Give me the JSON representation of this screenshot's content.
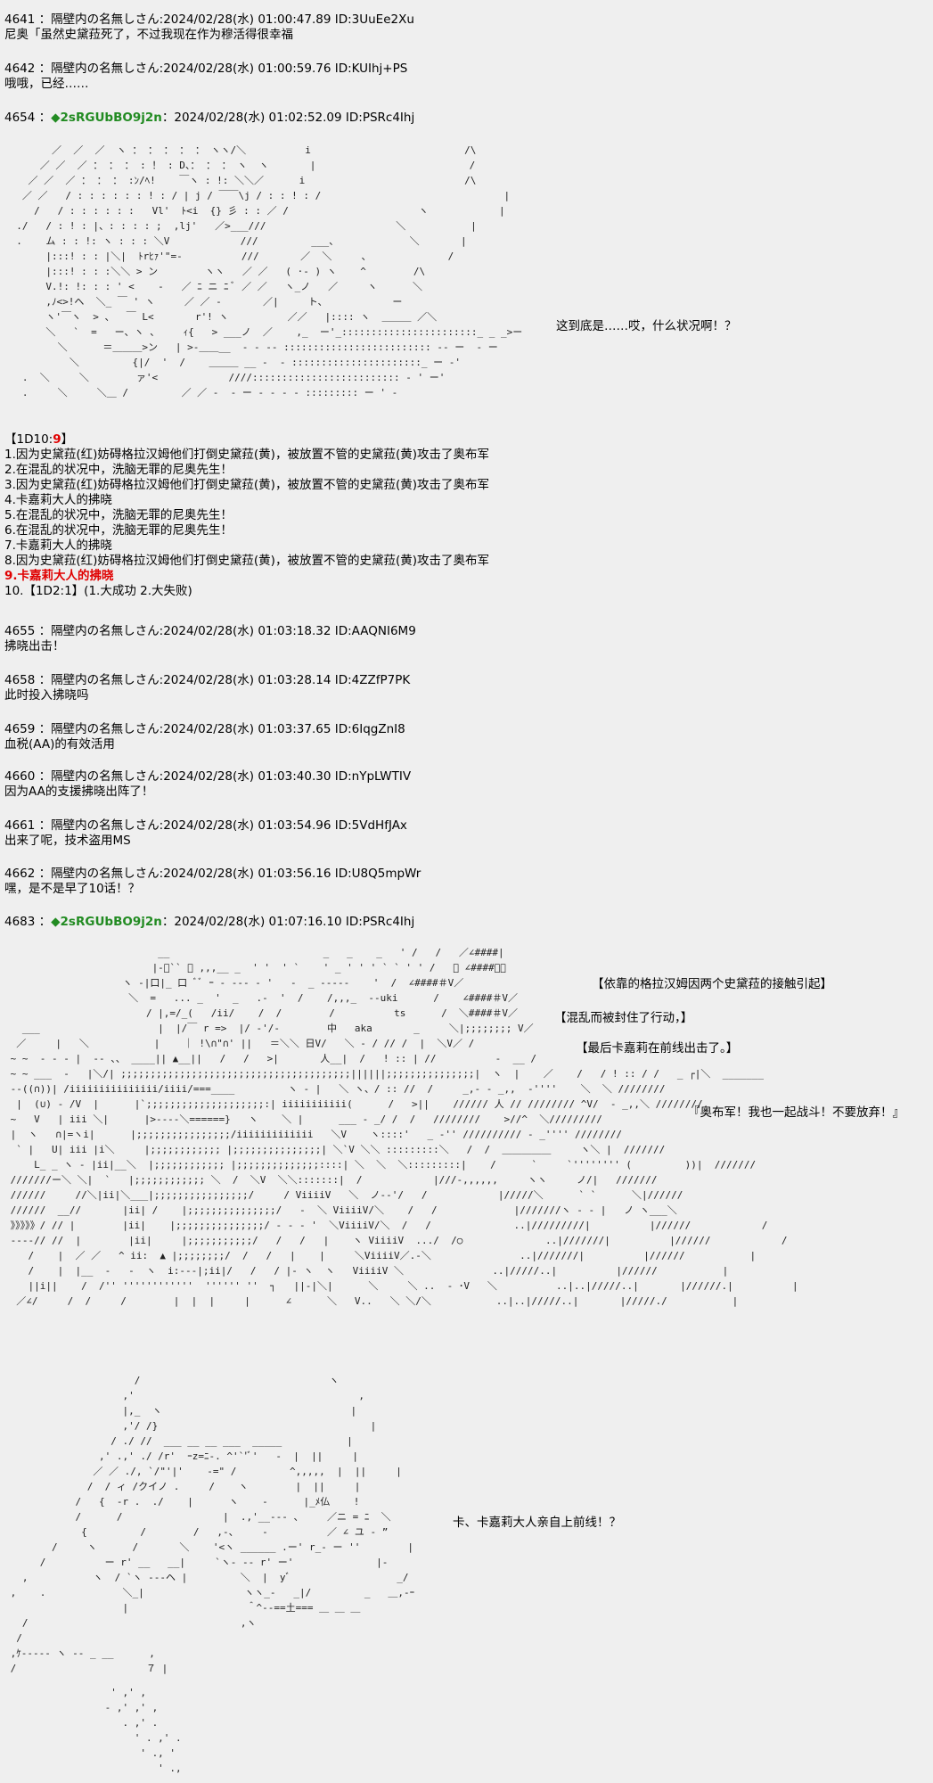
{
  "posts": [
    {
      "header": "4641 ：隔壁内の名無しさん:2024/02/28(水) 01:00:47.89 ID:3UuEe2Xu",
      "lines": [
        "尼奥「虽然史黛菈死了，不过我现在作为穆活得很幸福"
      ]
    },
    {
      "header": "4642 ：隔壁内の名無しさん:2024/02/28(水) 01:00:59.76 ID:KUIhj+PS",
      "lines": [
        "哦哦，已经……"
      ]
    },
    {
      "num": "4654 ：",
      "name": "◆2sRGUbBO9j2n",
      "rest": "：2024/02/28(水) 01:02:52.09 ID:PSRc4Ihj"
    },
    {
      "header": "4655 ：隔壁内の名無しさん:2024/02/28(水) 01:03:18.32 ID:AAQNI6M9",
      "lines": [
        "拂晓出击！"
      ]
    },
    {
      "header": "4658 ：隔壁内の名無しさん:2024/02/28(水) 01:03:28.14 ID:4ZZfP7PK",
      "lines": [
        "此时投入拂晓吗"
      ]
    },
    {
      "header": "4659 ：隔壁内の名無しさん:2024/02/28(水) 01:03:37.65 ID:6IqgZnI8",
      "lines": [
        "血税(AA)的有效活用"
      ]
    },
    {
      "header": "4660 ：隔壁内の名無しさん:2024/02/28(水) 01:03:40.30 ID:nYpLWTIV",
      "lines": [
        "因为AA的支援拂晓出阵了！"
      ]
    },
    {
      "header": "4661 ：隔壁内の名無しさん:2024/02/28(水) 01:03:54.96 ID:5VdHfJAx",
      "lines": [
        "出来了呢，技术盗用MS"
      ]
    },
    {
      "header": "4662 ：隔壁内の名無しさん:2024/02/28(水) 01:03:56.16 ID:U8Q5mpWr",
      "lines": [
        "嘿，是不是早了10话！？"
      ]
    },
    {
      "num": "4683 ：",
      "name": "◆2sRGUbBO9j2n",
      "rest": "：2024/02/28(水) 01:07:16.10 ID:PSRc4Ihj"
    }
  ],
  "captions": {
    "c1": "这到底是……哎，什么状况啊！？",
    "c2": "【依靠的格拉汉姆因两个史黛菈的接触引起】",
    "c3": "【混乱而被封住了行动，】",
    "c4": "【最后卡嘉莉在前线出击了。】",
    "c5": "『奥布军！我也一起战斗！不要放弃！』",
    "c6": "卡、卡嘉莉大人亲自上前线！？"
  },
  "dice": {
    "head_a": "【1D10:",
    "head_b": "9",
    "head_c": "】",
    "items": [
      "1.因为史黛菈(红)妨碍格拉汉姆他们打倒史黛菈(黄)，被放置不管的史黛菈(黄)攻击了奥布军",
      "2.在混乱的状况中，洗脑无罪的尼奥先生！",
      "3.因为史黛菈(红)妨碍格拉汉姆他们打倒史黛菈(黄)，被放置不管的史黛菈(黄)攻击了奥布军",
      "4.卡嘉莉大人的拂晓",
      "5.在混乱的状况中，洗脑无罪的尼奥先生！",
      "6.在混乱的状况中，洗脑无罪的尼奥先生！",
      "7.卡嘉莉大人的拂晓",
      "8.因为史黛菈(红)妨碍格拉汉姆他们打倒史黛菈(黄)，被放置不管的史黛菈(黄)攻击了奥布军"
    ],
    "selected": "9.卡嘉莉大人的拂晓",
    "last": "10.【1D2:1】(1.大成功  2.大失败)"
  },
  "aa": {
    "a1": "        ／  ／  ／  ヽ ： ： ： ： ： ヽヽ/＼          i                          /\\\n      ／ ／  ／ ： ： ： : ！ : D、： ： ： ヽ  ヽ       |                          /\n    ／ ／  ／ ： ： ： :ﾝ/ﾍ!    ￣ヽ : !: ＼＼／      i                           /\\\n   ／ ／   / : : : : : : ! : / | j / ￣￣\\j / : : ! : /                               |\n     /   / : : : : : :   Vl'  ﾄ<i  {} 彡 : : ／ /                      ヽ            |\n  ./   / : ! : |、: : : : ;  ,lj'   ／>___///                      ＼           |\n  .    ム : : !: ヽ : : : ＼V            ///         ___、            ＼       |\n       |:::! : : |＼|  ﾄrﾋｧ'\"=-          ///       ／  ＼     、             /\n       |:::! : : :＼＼ > ン        ヽヽ   ／ ／   ( ·- ) ヽ    ^        /\\\n       V.!: !: : : ' <    -   ／ ﾆ ニ ﾆ ﾞ ／ ／   ヽ_ノ   ／     ヽ      ＼\n       ,ﾉ<>!ヘ  ＼_ ￣ ' ヽ     ／ ／ -       ／|     ト、           ー\n       ヽ'￣ヽ  > 、  ￣ L<       r'! ヽ          ／／   |:::: ヽ  ＿＿＿ ／＼\n       ＼   `  =   ー、ヽ 、    ｨ{   > ___ノ  ／    ,_  ー'_:::::::::::::::::::::::_ _ _>ー\n         ＼      ＝＿＿＿>ン   | >-＿＿__  - - -- ::::::::::::::::::::::::: -- ー  - ー\n           ＼         {|/  '  /    ＿＿＿ __ -  - ::::::::::::::::::::::_ ー -'\n   .  ＼     ＼        ァ'<            ////::::::::::::::::::::::::: - ' ー'\n   .     ＼     ＼＿ /         ／ ／ -  - ー - - - - ::::::::: ー ' -",
    "a2": "                          __                          _   _    _   ' /   /   ／∠####|\n                         |-ﾞ`` ｰ ,,,__ _  ' '  ' `    ' _ ' ' ' ` ` ' ' /   ／ ∠####＃／\n                    ヽ -|口|_ 口 ﾞﾞ ｰ - --- ‐ '   -  _ -----    '  /  ∠####＃V／\n                     ＼  =   ... _  '  _   .-  '  /    /,,,_  ‐-uki      /    ∠####＃V／\n                        / |,=/_(   /ii/    /  /        /          ts      /  ＼####＃V／\n   ___                    |  |/￣ r =>  |/ ‐'/‐        中   aka       _     ＼|;;;;;;;; V／\n  ／     |   ＼           |    ｜ !\\∩\"∩' ||   ＝＼＼ 日V/   ＼ ‐ / // /  |  ＼V／ /\n ~ ~  - - - |  -- 、、 ____|| ▲__||   /   /   >|       人__|  /   ! :: | //          -  __ /\n ~ ~ ___  ‐   |＼/| ;;;;;;;;;;;;;;;;;;;;;;;;;;;;;;;;;;;;;;;||||||;;;;;;;;;;;;;;;|  ヽ  |    ／    /   / ! :: / /   _ ┌|＼  _______\n --((∩))| /iiiiiiiiiiiiiii/iiii/===____         ヽ - |   ＼ ヽ、/ :: //  /     _,- - _,,  ‐''''    ＼  ＼ ////////\n  |  (∪) - /V  |      |`;;;;;;;;;;;;;;;;;;;;:| iiiiiiiiiii(      /   >||    ////// 人 // //////// ^V/  - _,,＼ ////////\n ~   V   | iii ＼|      |>----＼======}   ヽ    ＼ |      ___ - _/ /  /   ////////    >//^  ＼/////////\n |  ヽ   ∩|=ヽi|      |;;;;;;;;;;;;;;;;/iiiiiiiiiiiii   ＼V    ヽ::::'   _ -'' ////////// - _'''' ////////\n  ` |   U| iii |i＼     |;;;;;;;;;;;; |;;;;;;;;;;;;;;;| ＼`V ＼＼ :::::::::＼   /  /  ＿＿＿＿＿     ヽ＼ |  ///////\n     L_ _ ヽ - |ii|__＼  |;;;;;;;;;;;; |;;;;;;;;;;;;;;::::| ＼  ＼  ＼:::::::::|    /      `     `'''''''' (         ))|  ///////\n ///////ー＼ ＼|  `   |;;;;;;;;;;;; ＼  /  ＼V  ＼＼:::::::|  /            |///-,,,,,,     ヽヽ     ノ/|   ///////\n //////     //＼|ii|＼___|;;;;;;;;;;;;;;;;/     / ViiiiV   ＼  ノ--'/   /            |/////＼      ` `      ＼|//////\n //////  __//       |ii| /    |;;;;;;;;;;;;;;;/   -  ＼ ViiiiV/＼    /   /             |///////ヽ - - |   ノ ヽ___＼\n 》》》》》/ // |        |ii|    |;;;;;;;;;;;;;;;/ - - - '  ＼ViiiiV/＼  /   /              ..|/////////|          |//////            /\n ----// //  |        |ii|     |;;;;;;;;;;;/   /   /   |    ヽ ViiiiV  .../  /○              ..|///////|          |//////            /\n    /    |  ／ ／   ^ ii:  ▲ |;;;;;;;;/  /   /   |    |     ＼ViiiiV／.-＼               ..|///////|          |//////           |\n    /    |  |__  -   -  ヽ  i:---|;ii|/   /   / |- ヽ  ヽ   ViiiiV ＼               ..|/////..|          |//////           |\n    ||i||    /  /'' ''''''''''''  '''''' ''  ┐   ||-|＼|      ＼     ＼ ..  - ･V   ＼          ..|..|/////..|       |//////.|          |\n  ／∠/     /  /     /        |  |  |     |      ∠      ＼   V..   ＼ ＼/＼           ..|..|/////..|       |/////./           |",
    "a3": "                      /                                ヽ\n                    ,'                                      ,\n                    |,_  ヽ                                |\n                    ,'/ /}                                    |\n                  / ./ //  ___ __ __ ___  _____           |\n                ,' .,' ./ /r'  ｰz=ﾆ-. ^'`'ﾞ'   -  |  ||     |\n               ／ ／ ./, `/\"'|'    -=\" /         ^,,,,,  |  ||     |\n              /  / ィ /クイノ .     /    ヽ        |  ||     |\n            /   {  -r .  ./    |      ヽ    -      |_ﾒ仏    !\n            /      /                 |  .,'__--- 、    ／ニ = ﾆ  ＼\n             {         /        /   ,-、    -          ／ ∠ ユ ‐ ”\n        /     ヽ      /       ＼    '<ヽ ______ .ー' r_- ー ''        |\n      /          ー r' __   __|     `ヽ- -- r' ー'              |-\n   ,           ヽ  / `ヽ ---ヘ |         ＼  |  yﾞ                  _/\n ,    .             ＼_|                 ヽヽ_-   _|/         _   ＿,-ｰ\n                    |                    ＾^--==土=== ＿ ＿ ＿\n   /                                    ,ヽ\n  /\n ,ｹ----- ヽ ‐- _ __      ,\n /                      ７ |",
    "a4": "                  ' ,' ,\n                 ‐ ,' ,' ,\n                    . ,' .\n                      ' . ,' ..\n                       ' ., ' ,.\n                          ' ., ' ,"
  }
}
